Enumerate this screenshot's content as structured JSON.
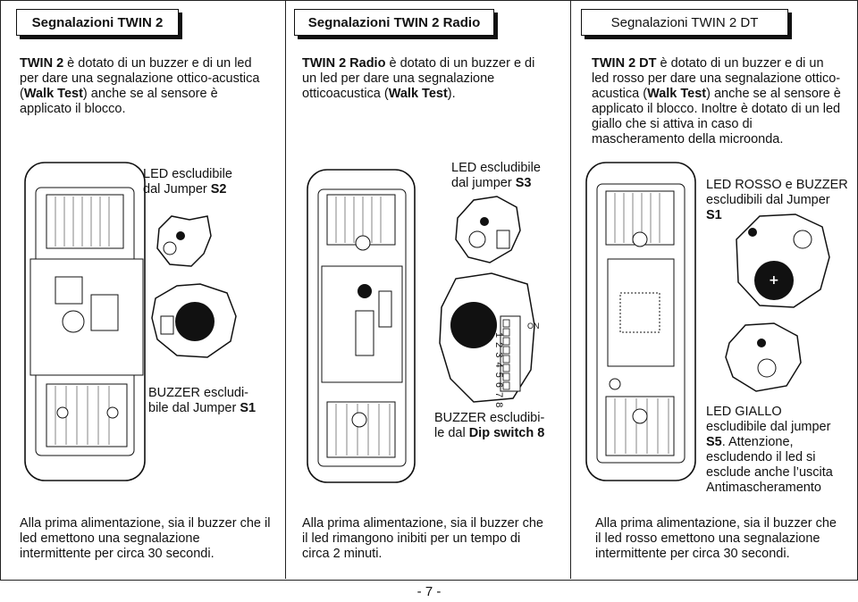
{
  "columns": [
    {
      "title": "Segnalazioni TWIN 2",
      "intro_bold": "TWIN 2",
      "intro_rest": " è dotato di un buzzer e di un led per dare una segnalazione ottico-acustica (",
      "intro_bold2": "Walk Test",
      "intro_rest2": ") anche se al sensore è applicato il blocco.",
      "label_top_line1": "LED escludibile",
      "label_top_line2": "dal Jumper ",
      "label_top_bold": "S2",
      "label_bottom_line1": "BUZZER escludi-",
      "label_bottom_line2": "bile dal Jumper ",
      "label_bottom_bold": "S1",
      "footer": "Alla prima alimentazione, sia il buzzer che il led emettono una segnalazione intermittente per circa 30 secondi."
    },
    {
      "title": "Segnalazioni TWIN 2 Radio",
      "intro_bold": "TWIN 2 Radio",
      "intro_rest": " è dotato di un buzzer e di un led per dare una segnalazione otticoacustica (",
      "intro_bold2": "Walk Test",
      "intro_rest2": ").",
      "label_top_line1": "LED escludibile",
      "label_top_line2": "dal jumper ",
      "label_top_bold": "S3",
      "label_bottom_line1": "BUZZER escludibi-",
      "label_bottom_line2": "le dal ",
      "label_bottom_bold": "Dip switch 8",
      "footer": "Alla prima alimentazione, sia il buzzer che il led rimangono inibiti per un tempo di circa 2 minuti."
    },
    {
      "title": "Segnalazioni TWIN 2 DT",
      "intro_bold": "TWIN 2 DT",
      "intro_rest": " è dotato di un buzzer e di un led rosso per dare una segnalazione ottico-acustica (",
      "intro_bold2": "Walk Test",
      "intro_rest2": ") anche se al sensore è applicato il blocco. Inoltre è dotato di un led giallo che si attiva in caso di mascheramento della microonda.",
      "label_top_line1": "LED ROSSO  e BUZZER",
      "label_top_line2": "escludibili dal Jumper ",
      "label_top_bold": "S1",
      "label_bottom_line1": "LED GIALLO escludibile dal jumper ",
      "label_bottom_bold": "S5",
      "label_bottom_rest": ". Attenzione, escludendo il led si esclude anche l’uscita Antimascheramento",
      "footer": "Alla prima alimentazione, sia il buzzer che il led rosso emettono una segnalazione intermittente per circa 30 secondi."
    }
  ],
  "dip_numbers": "1 2 3 4 5 6 7 8",
  "dip_on": "ON",
  "page_number": "- 7 -"
}
